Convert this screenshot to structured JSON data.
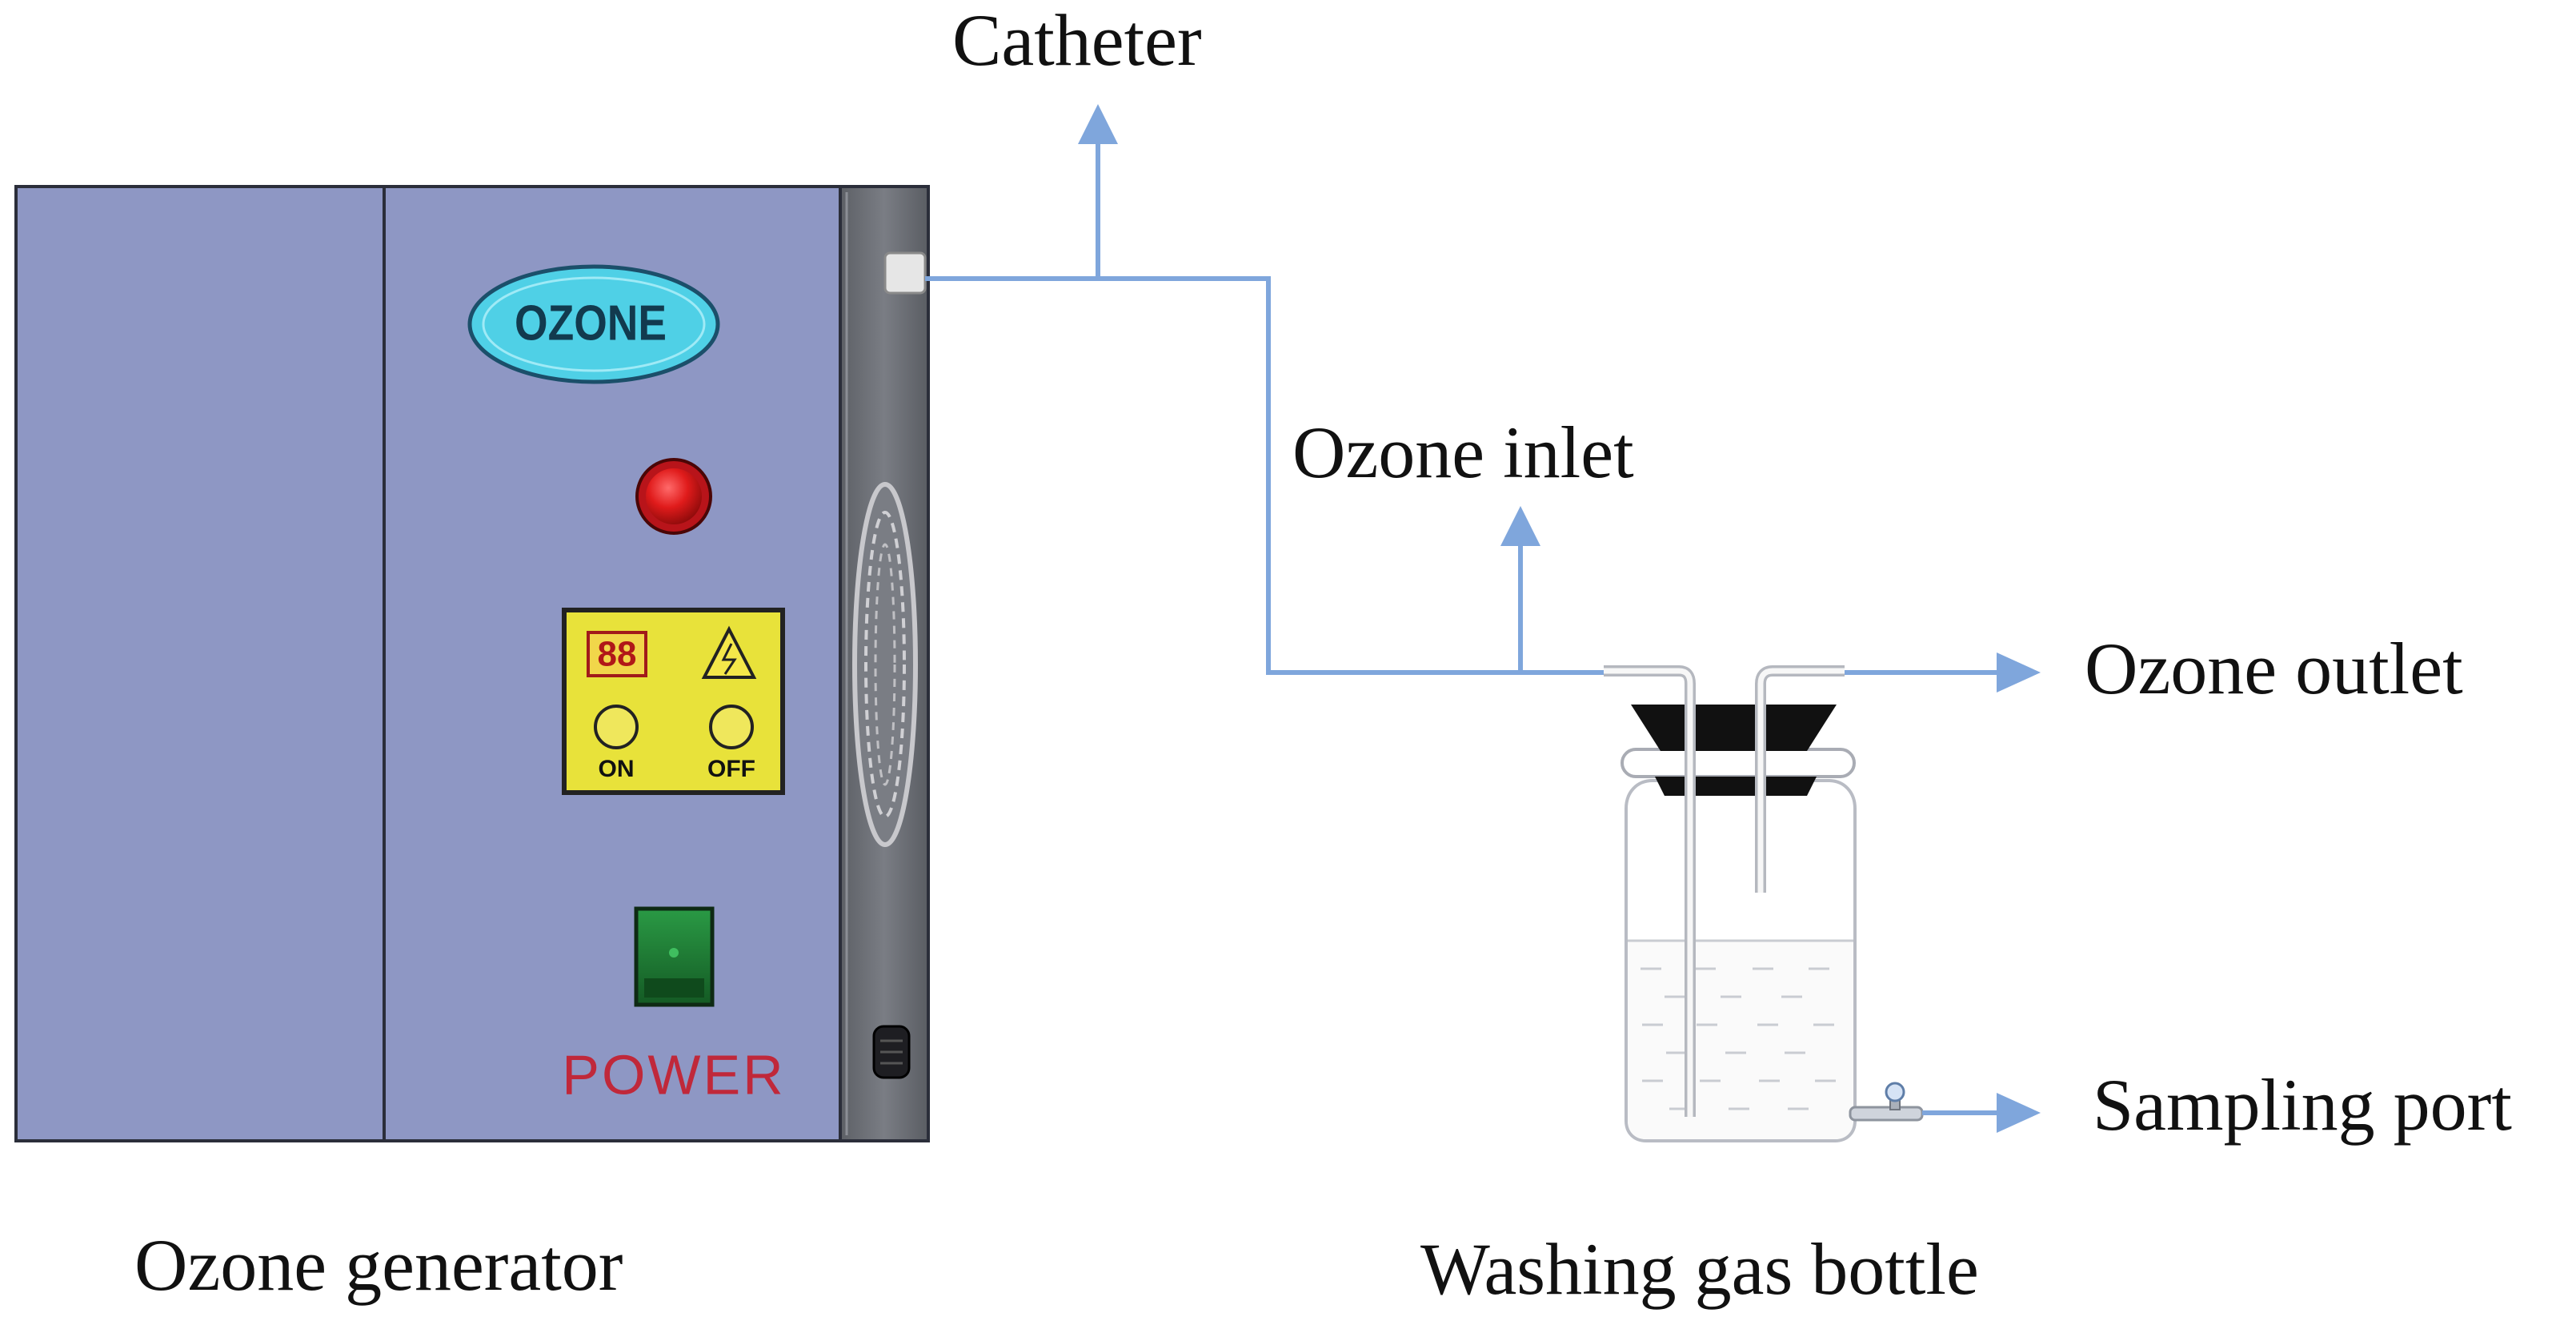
{
  "labels": {
    "catheter": "Catheter",
    "ozone_inlet": "Ozone inlet",
    "ozone_outlet": "Ozone outlet",
    "sampling_port": "Sampling port",
    "ozone_generator": "Ozone generator",
    "washing_gas_bottle": "Washing gas bottle"
  },
  "generator_panel": {
    "logo_text": "OZONE",
    "display_text": "88",
    "on_text": "ON",
    "off_text": "OFF",
    "power_text": "POWER"
  },
  "colors": {
    "arrow": "#7fa6dc",
    "generator_body": "#8e97c4",
    "generator_side": "#6f7278",
    "logo_fill": "#4fd0e6",
    "indicator_light": "#e01b1b",
    "control_panel": "#e8e23a",
    "power_switch": "#1f7a34",
    "power_text": "#c0283a"
  }
}
